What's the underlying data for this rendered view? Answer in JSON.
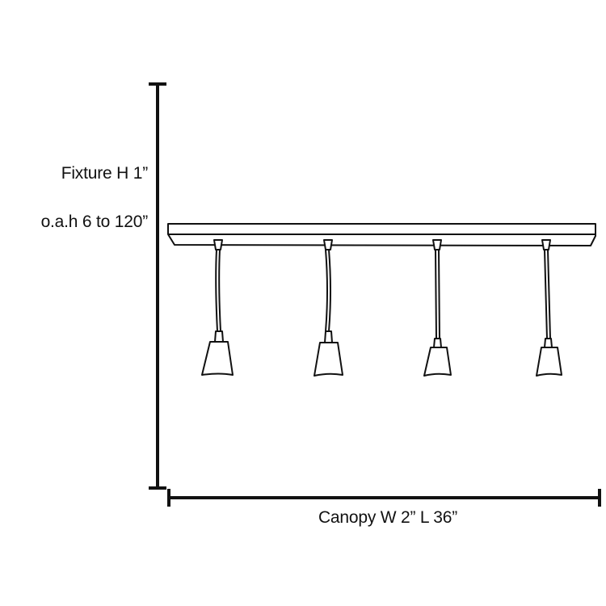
{
  "diagram": {
    "type": "dimension-drawing",
    "subject": "4-light pendant bar fixture",
    "labels": {
      "fixture_height": "Fixture H 1”",
      "overall_height": "o.a.h 6 to 120”",
      "canopy": "Canopy W 2” L 36”"
    },
    "pendant_count": 4,
    "colors": {
      "line": "#111111",
      "background": "#ffffff"
    }
  }
}
